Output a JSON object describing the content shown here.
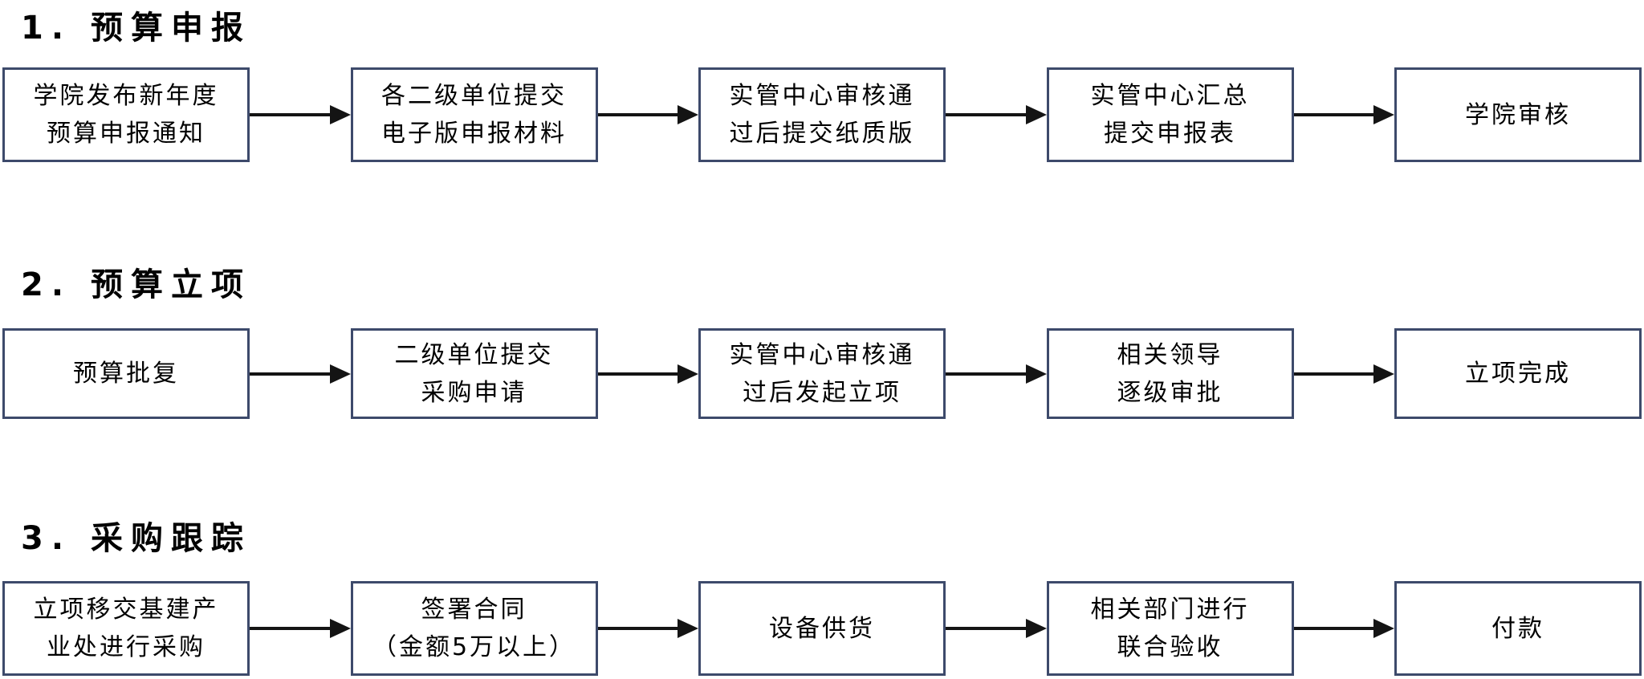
{
  "colors": {
    "background": "#ffffff",
    "box_border": "#3D4A6B",
    "arrow": "#141414",
    "text": "#000000"
  },
  "sections": [
    {
      "title": "1. 预算申报",
      "steps": [
        {
          "lines": [
            "学院发布新年度",
            "预算申报通知"
          ]
        },
        {
          "lines": [
            "各二级单位提交",
            "电子版申报材料"
          ]
        },
        {
          "lines": [
            "实管中心审核通",
            "过后提交纸质版"
          ]
        },
        {
          "lines": [
            "实管中心汇总",
            "提交申报表"
          ]
        },
        {
          "lines": [
            "学院审核"
          ]
        }
      ]
    },
    {
      "title": "2. 预算立项",
      "steps": [
        {
          "lines": [
            "预算批复"
          ]
        },
        {
          "lines": [
            "二级单位提交",
            "采购申请"
          ]
        },
        {
          "lines": [
            "实管中心审核通",
            "过后发起立项"
          ]
        },
        {
          "lines": [
            "相关领导",
            "逐级审批"
          ]
        },
        {
          "lines": [
            "立项完成"
          ]
        }
      ]
    },
    {
      "title": "3. 采购跟踪",
      "steps": [
        {
          "lines": [
            "立项移交基建产",
            "业处进行采购"
          ]
        },
        {
          "lines": [
            "签署合同",
            "（金额5万以上）"
          ]
        },
        {
          "lines": [
            "设备供货"
          ]
        },
        {
          "lines": [
            "相关部门进行",
            "联合验收"
          ]
        },
        {
          "lines": [
            "付款"
          ]
        }
      ]
    }
  ]
}
